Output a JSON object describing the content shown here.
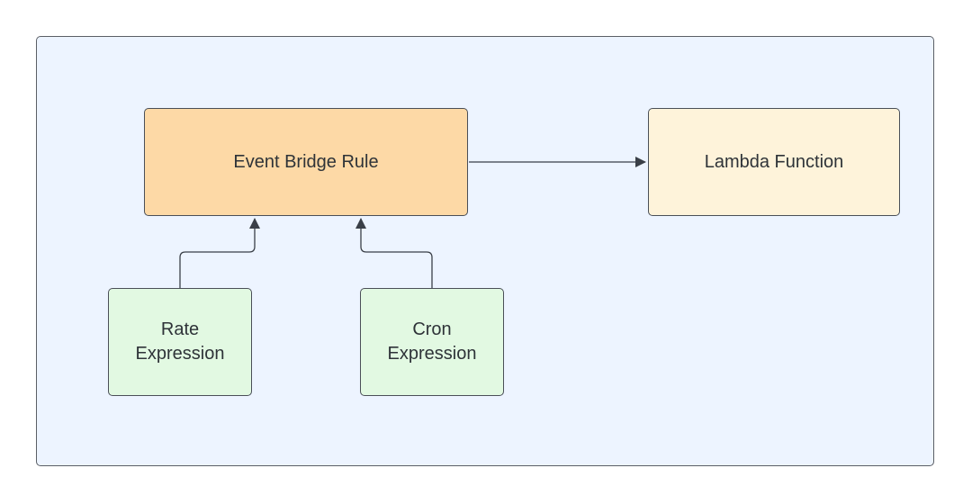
{
  "colors": {
    "container_fill": "#edf4ff",
    "event_bridge_fill": "#fdd9a6",
    "lambda_fill": "#fef3da",
    "expression_fill": "#e2f9e2",
    "connector_stroke": "#3a3f47"
  },
  "nodes": {
    "event_bridge": {
      "label": "Event Bridge Rule"
    },
    "lambda": {
      "label": "Lambda Function"
    },
    "rate": {
      "label": "Rate\nExpression"
    },
    "cron": {
      "label": "Cron\nExpression"
    }
  },
  "edges": [
    {
      "from": "event_bridge",
      "to": "lambda"
    },
    {
      "from": "rate",
      "to": "event_bridge"
    },
    {
      "from": "cron",
      "to": "event_bridge"
    }
  ]
}
